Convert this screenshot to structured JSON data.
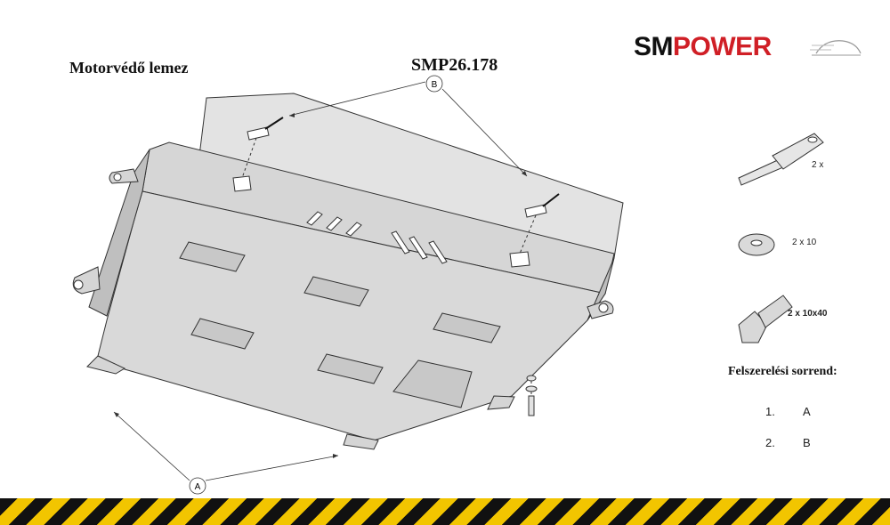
{
  "header": {
    "title": "Motorvédő lemez",
    "code": "SMP26.178"
  },
  "logo": {
    "sm": "SM",
    "power": "POWER"
  },
  "callouts": {
    "a": "A",
    "b": "B"
  },
  "parts": [
    {
      "icon": "bracket-icon",
      "label": "2 x"
    },
    {
      "icon": "washer-icon",
      "label": "2  x   10"
    },
    {
      "icon": "bolt-icon",
      "label": "2 x 10x40"
    }
  ],
  "order": {
    "title": "Felszerelési sorrend:",
    "rows": [
      {
        "num": "1.",
        "val": "A"
      },
      {
        "num": "2.",
        "val": "B"
      }
    ]
  },
  "colors": {
    "logo_red": "#d01f26",
    "stripe_yellow": "#f2c500",
    "stripe_black": "#111111",
    "plate": "#d9d9d9"
  }
}
